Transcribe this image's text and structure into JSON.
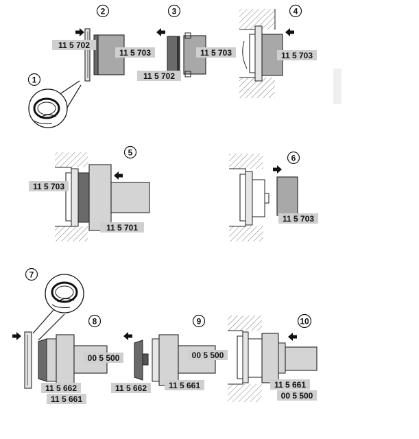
{
  "steps": [
    "1",
    "2",
    "3",
    "4",
    "5",
    "6",
    "7",
    "8",
    "9",
    "10"
  ],
  "parts": {
    "p115702": "11 5 702",
    "p115703": "11 5 703",
    "p115701": "11 5 701",
    "p115662": "11 5 662",
    "p115661": "11 5 661",
    "p005500": "00 5 500"
  },
  "colors": {
    "label_bg": "#cfcfcf",
    "part_light": "#d4d4d4",
    "part_mid": "#a8a8a8",
    "part_dark": "#6a6a6a",
    "outline": "#222222"
  },
  "icons": [
    "arrow-right-icon",
    "arrow-left-icon"
  ]
}
